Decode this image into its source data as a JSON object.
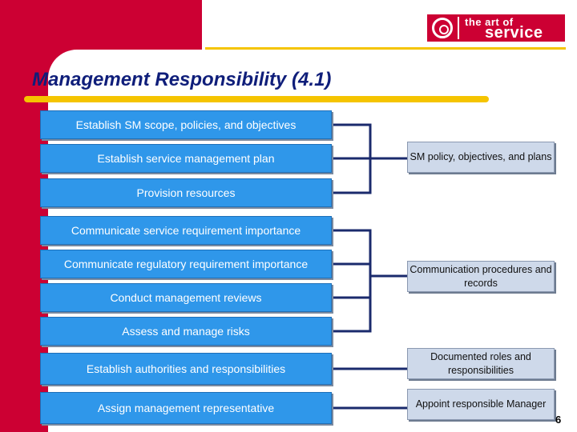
{
  "logo": {
    "line1": "the art of",
    "line2": "service"
  },
  "title": "Management Responsibility (4.1)",
  "activities": [
    "Establish SM scope, policies, and objectives",
    "Establish service management plan",
    "Provision resources",
    "Communicate service requirement importance",
    "Communicate regulatory requirement importance",
    "Conduct management reviews",
    "Assess and manage risks",
    "Establish authorities and responsibilities",
    "Assign management representative"
  ],
  "outputs": [
    "SM policy, objectives, and plans",
    "Communication procedures and records",
    "Documented roles and responsibilities",
    "Appoint responsible Manager"
  ],
  "page_number": "6",
  "colors": {
    "brand_red": "#cc0033",
    "accent_yellow": "#f5c400",
    "title_blue": "#0f1e7a",
    "activity_blue": "#2f97ea",
    "output_gray": "#ced9ea",
    "connector_navy": "#1a2a6c"
  }
}
